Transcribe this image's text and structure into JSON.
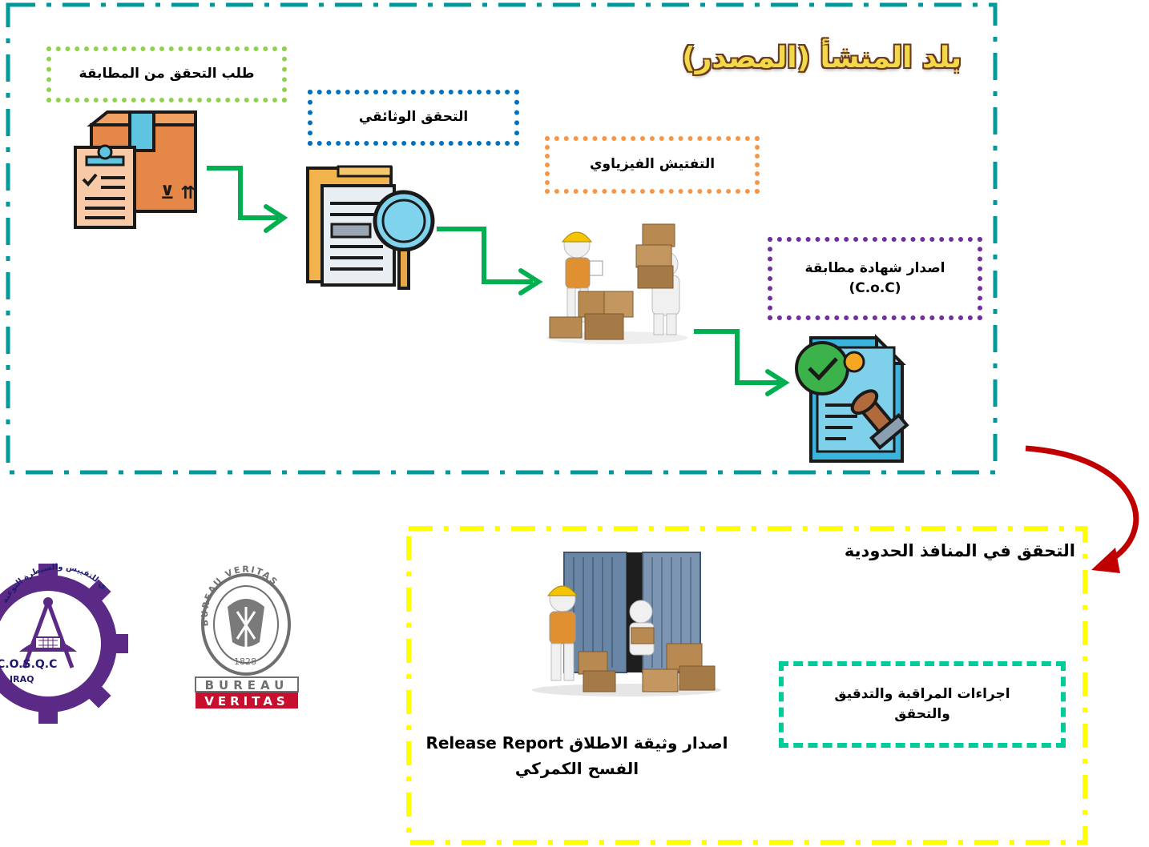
{
  "origin_section": {
    "title": "بلد المنشأ (المصدر)",
    "steps": [
      {
        "label": "طلب التحقق من المطابقة",
        "icon": "package-checklist-icon",
        "border_color": "#92d050"
      },
      {
        "label": "التحقق الوثائقي",
        "icon": "document-magnifier-icon",
        "border_color": "#0070c0"
      },
      {
        "label": "التفتيش الفيزياوي",
        "icon": "workers-boxes-icon",
        "border_color": "#f79646"
      },
      {
        "label_line1": "اصدار شهادة مطابقة",
        "label_line2": "(C.o.C)",
        "icon": "certificate-stamp-icon",
        "border_color": "#7030a0"
      }
    ],
    "border_color": "#009999",
    "arrow_color": "#00b050"
  },
  "border_section": {
    "title": "التحقق في المنافذ الحدودية",
    "procedures_label_line1": "اجراءات المراقبة والتدقيق",
    "procedures_label_line2": "والتحقق",
    "release_line1": "اصدار وثيقة الاطلاق Release Report",
    "release_line2": "الفسح الكمركي",
    "border_color": "#ffff00",
    "procedures_border_color": "#00cc99",
    "image_icon": "workers-container-icon"
  },
  "connector_arrow_color": "#c00000",
  "logos": {
    "cosqc": {
      "text": "C.O.S.Q.C",
      "sub": "IRAQ",
      "arc_text": "الجهاز المركزي للتقييس والسيطرة النوعية"
    },
    "bureau_veritas": {
      "top": "BUREAU",
      "bottom": "VERITAS",
      "year": "1828",
      "ring_text": "BUREAU VERITAS"
    }
  }
}
